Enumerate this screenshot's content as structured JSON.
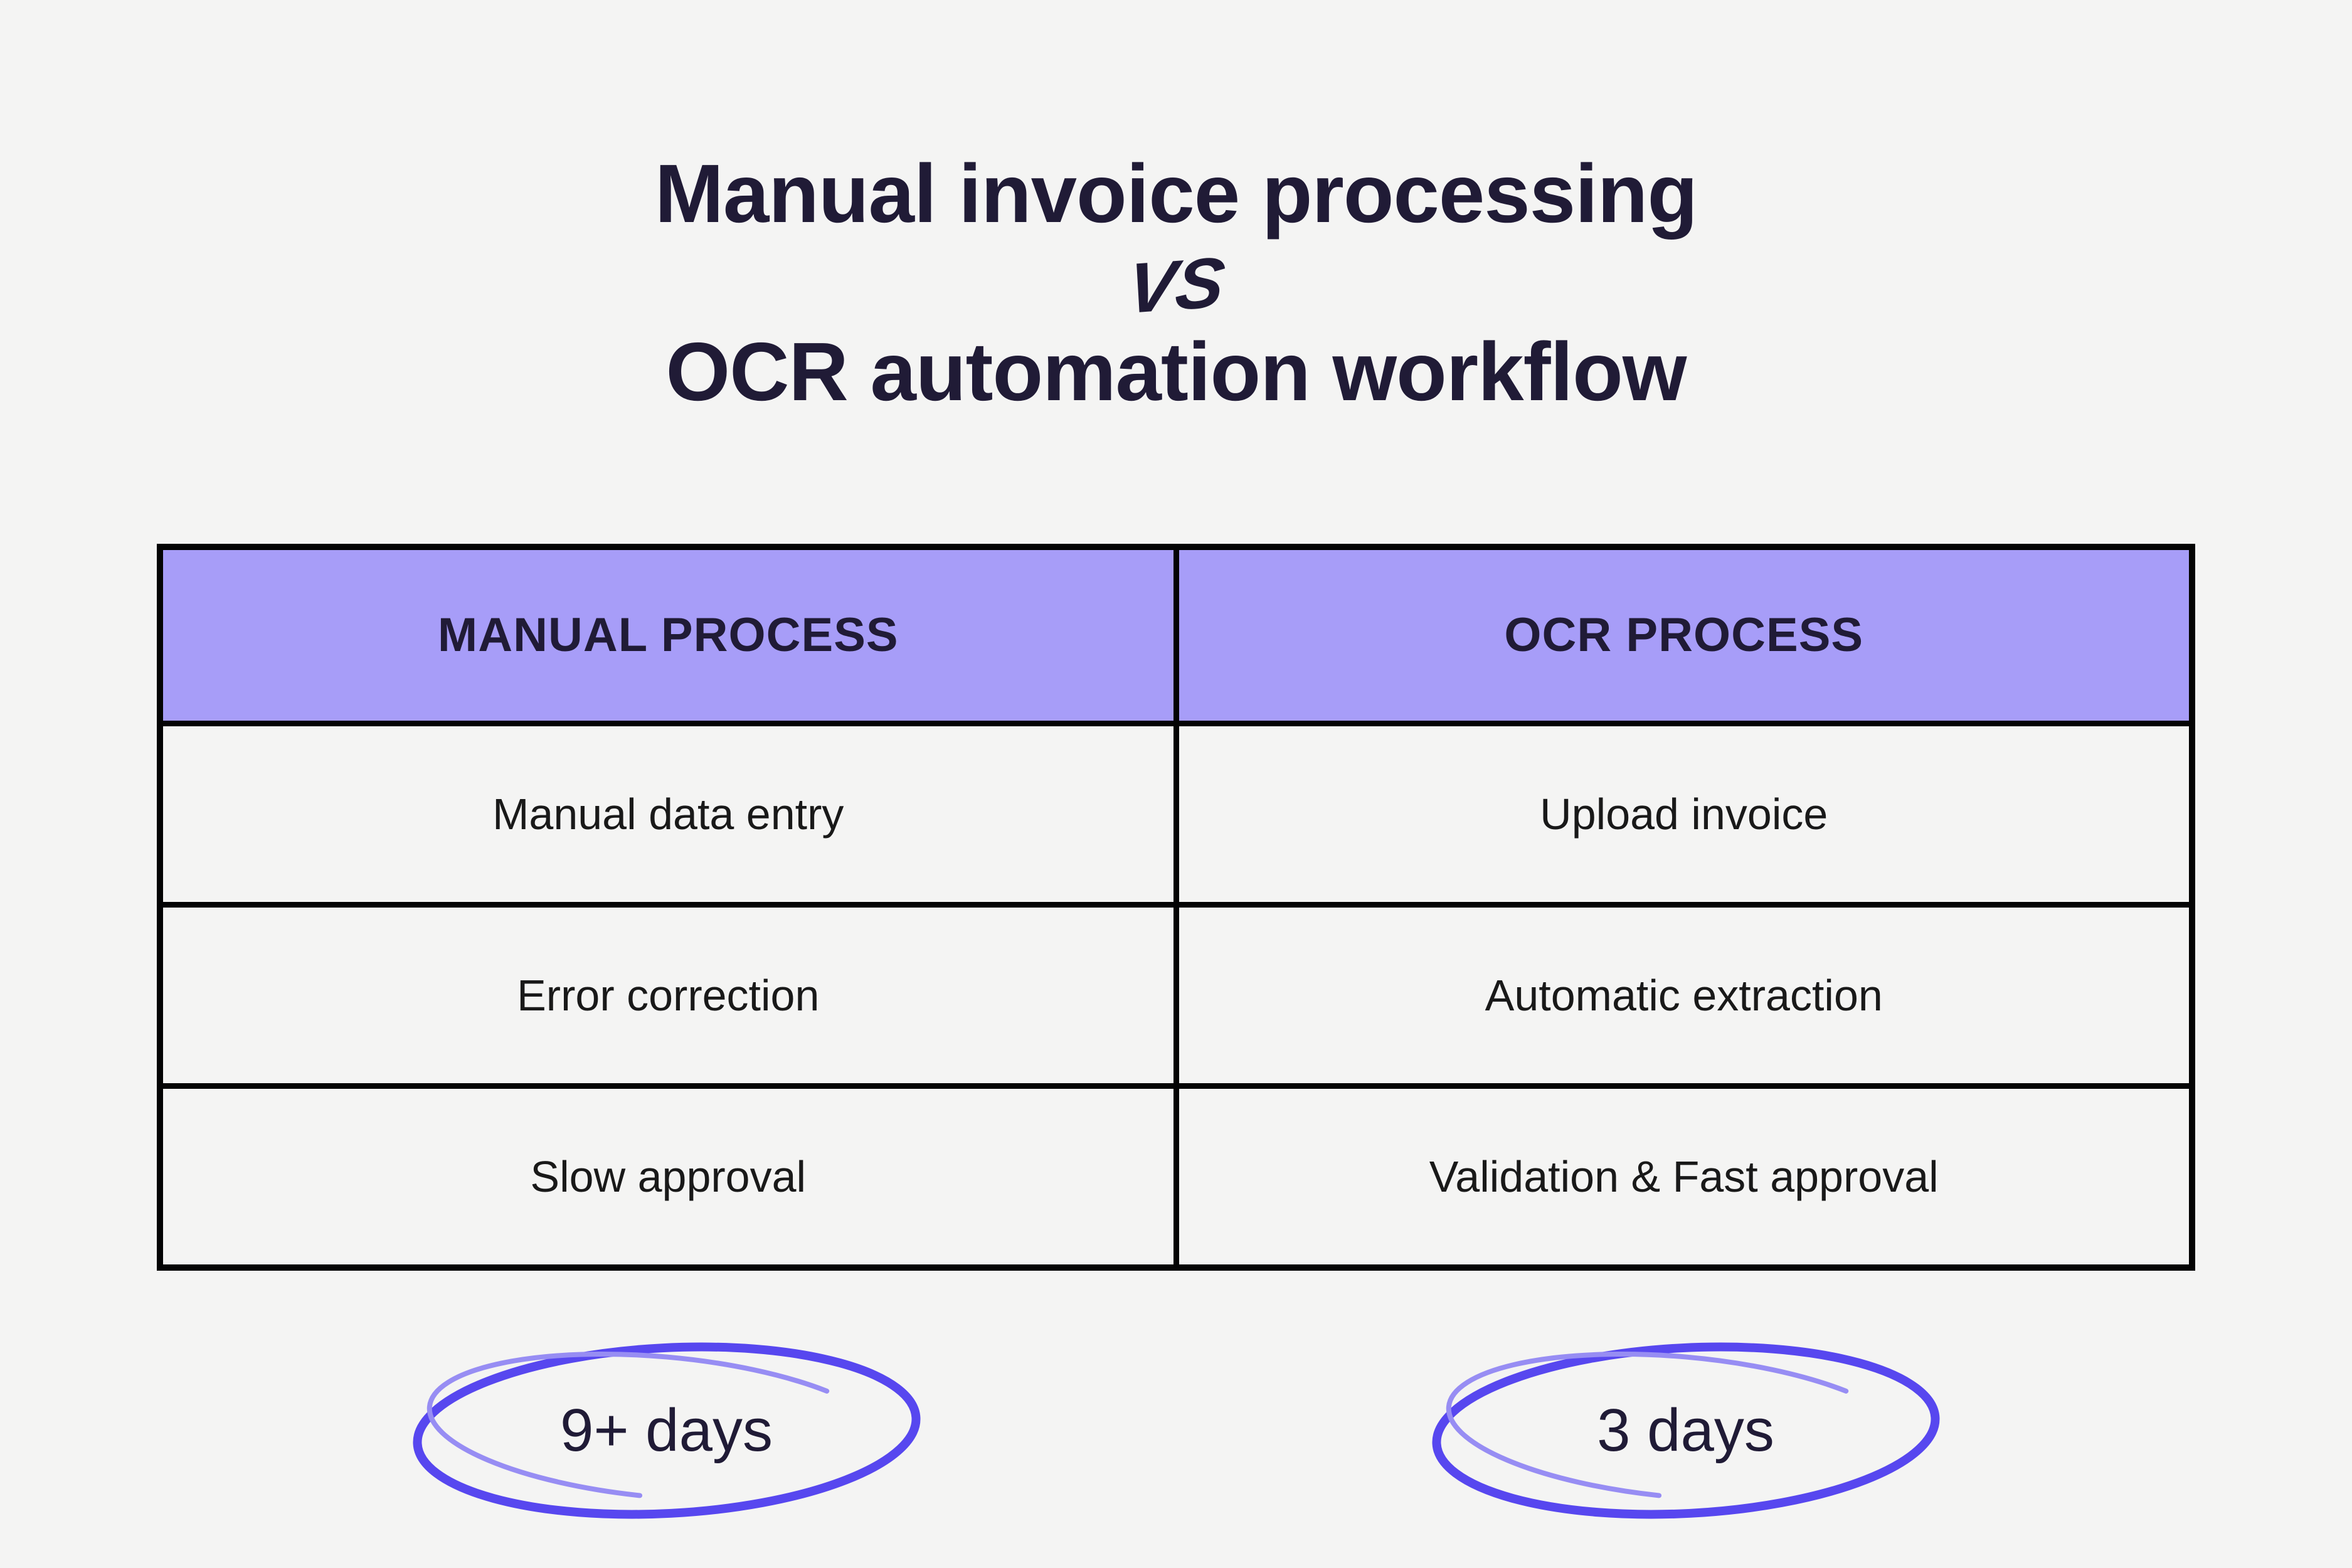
{
  "title": {
    "line1": "Manual invoice processing",
    "vs": "VS",
    "line2": "OCR automation workflow"
  },
  "table": {
    "columns": [
      {
        "header": "MANUAL PROCESS",
        "rows": [
          "Manual data entry",
          "Error correction",
          "Slow approval"
        ],
        "duration": "9+ days"
      },
      {
        "header": "OCR PROCESS",
        "rows": [
          "Upload invoice",
          "Automatic extraction",
          "Validation & Fast approval"
        ],
        "duration": "3 days"
      }
    ]
  },
  "colors": {
    "background": "#f4f4f3",
    "table_header_purple": "#a79df8",
    "accent_purple_blue": "#5747ef",
    "scribble_light": "#978df3",
    "title_text": "#201b36",
    "cell_text": "#191919",
    "border_black": "#040404"
  }
}
